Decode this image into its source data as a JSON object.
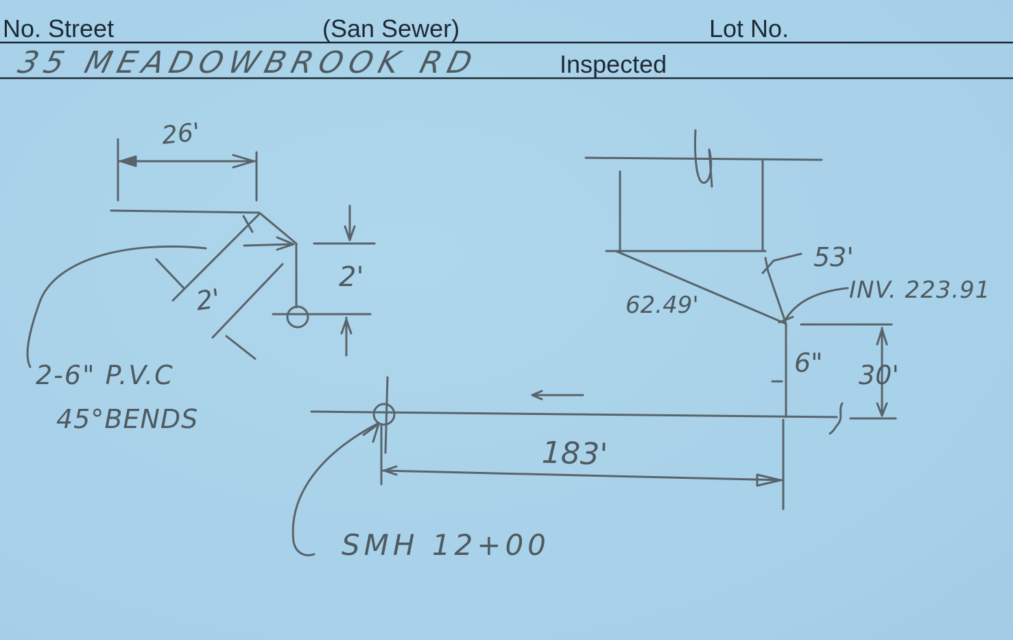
{
  "form": {
    "no_street_label": "No. Street",
    "sewer_label": "(San Sewer)",
    "lot_label": "Lot No.",
    "inspected_label": "Inspected",
    "address_value": "35 MEADOWBROOK RD"
  },
  "sketch": {
    "left_detail": {
      "width_dim": "26'",
      "rise_dim": "2'",
      "offset_dim": "2'",
      "note_line1": "2-6\" P.V.C",
      "note_line2": "45°BENDS"
    },
    "right_detail": {
      "dim_53": "53'",
      "invert": "INV. 223.91",
      "dim_diag": "62.49'",
      "pipe_size": "6\"",
      "dim_30": "30'",
      "dim_183": "183'",
      "manhole": "SMH 12+00"
    }
  },
  "colors": {
    "card": "#a9d3ea",
    "print_ink": "#1d2a33",
    "pencil": "#4e5a60"
  }
}
